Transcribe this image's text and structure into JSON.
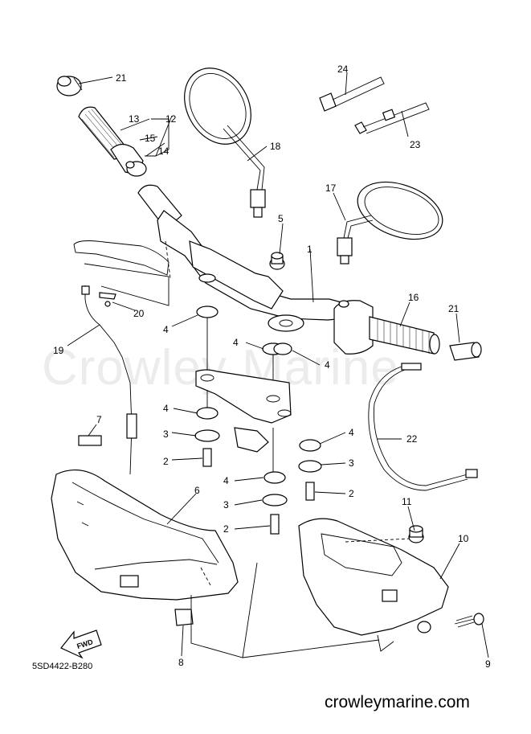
{
  "diagram": {
    "callouts": {
      "p1": "1",
      "p2a": "2",
      "p2b": "2",
      "p2c": "2",
      "p3a": "3",
      "p3b": "3",
      "p3c": "3",
      "p4a": "4",
      "p4b": "4",
      "p4c": "4",
      "p4d": "4",
      "p4e": "4",
      "p4f": "4",
      "p5": "5",
      "p6": "6",
      "p7": "7",
      "p8": "8",
      "p9": "9",
      "p10": "10",
      "p11": "11",
      "p12": "12",
      "p13": "13",
      "p14": "14",
      "p15": "15",
      "p16": "16",
      "p17": "17",
      "p18": "18",
      "p19": "19",
      "p20": "20",
      "p21a": "21",
      "p21b": "21",
      "p22": "22",
      "p23": "23",
      "p24": "24"
    },
    "fwd_label": "FWD",
    "drawing_code": "5SD4422-B280",
    "watermark": "Crowley Marine",
    "footer_url": "crowleymarine.com"
  }
}
